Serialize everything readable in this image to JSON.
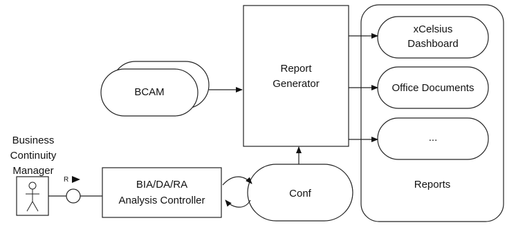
{
  "nodes": {
    "bcam": {
      "label": "BCAM"
    },
    "report_generator": {
      "label_lines": [
        "Report",
        "Generator"
      ]
    },
    "reports": {
      "label": "Reports"
    },
    "xcelsius": {
      "label_lines": [
        "xCelsius",
        "Dashboard"
      ]
    },
    "office_documents": {
      "label": "Office Documents"
    },
    "more_outputs": {
      "label": "..."
    },
    "business_continuity_manager": {
      "label_lines": [
        "Business",
        "Continuity",
        "Manager"
      ]
    },
    "analysis_controller": {
      "label_lines": [
        "BIA/DA/RA",
        "Analysis Controller"
      ]
    },
    "conf": {
      "label": "Conf"
    },
    "request_port": {
      "label": "R"
    }
  },
  "colors": {
    "stroke": "#222222",
    "fill": "#ffffff",
    "text": "#111111"
  }
}
